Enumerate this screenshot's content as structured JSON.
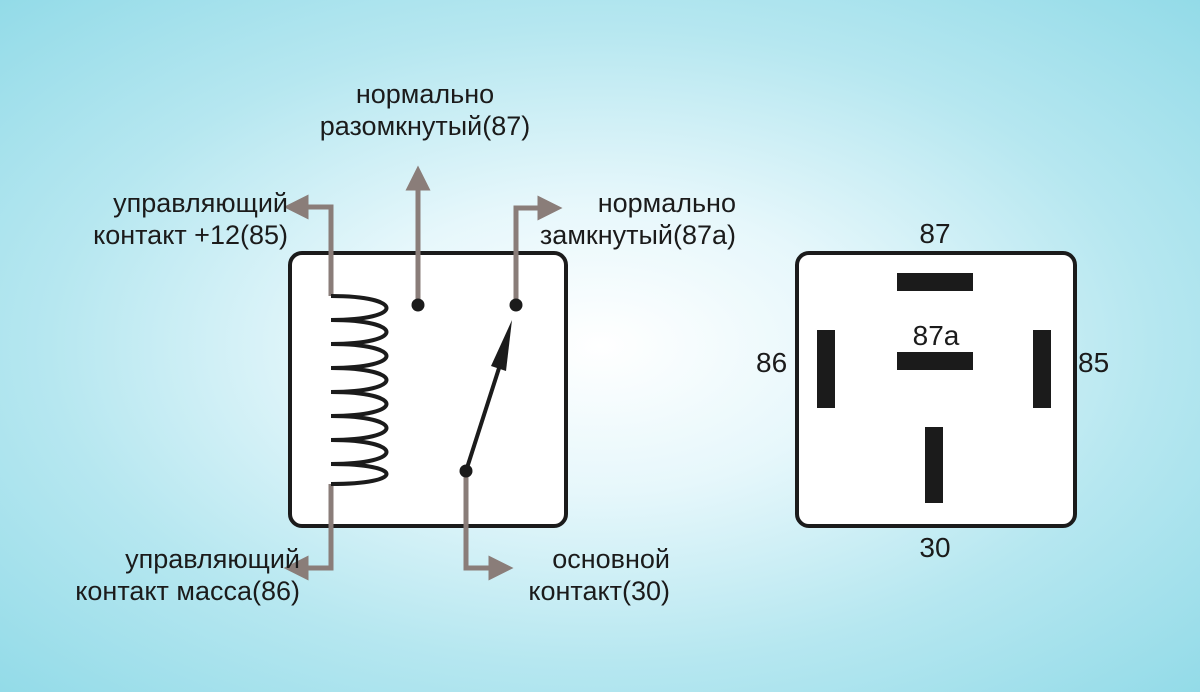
{
  "relay_schematic": {
    "coil_plus_label_line1": "управляющий",
    "coil_plus_label_line2": "контакт +12(85)",
    "nc_label_line1": "нормально",
    "nc_label_line2": "замкнутый(87а)",
    "no_label_line1": "нормально",
    "no_label_line2": "разомкнутый(87)",
    "coil_ground_label_line1": "управляющий",
    "coil_ground_label_line2": "контакт масса(86)",
    "common_label_line1": "основной",
    "common_label_line2": "контакт(30)"
  },
  "pinout": {
    "pin_87": "87",
    "pin_87a": "87а",
    "pin_86": "86",
    "pin_85": "85",
    "pin_30": "30"
  },
  "colors": {
    "wire": "#8a7d79",
    "outline": "#1b1b1b",
    "box_fill": "#ffffff"
  }
}
